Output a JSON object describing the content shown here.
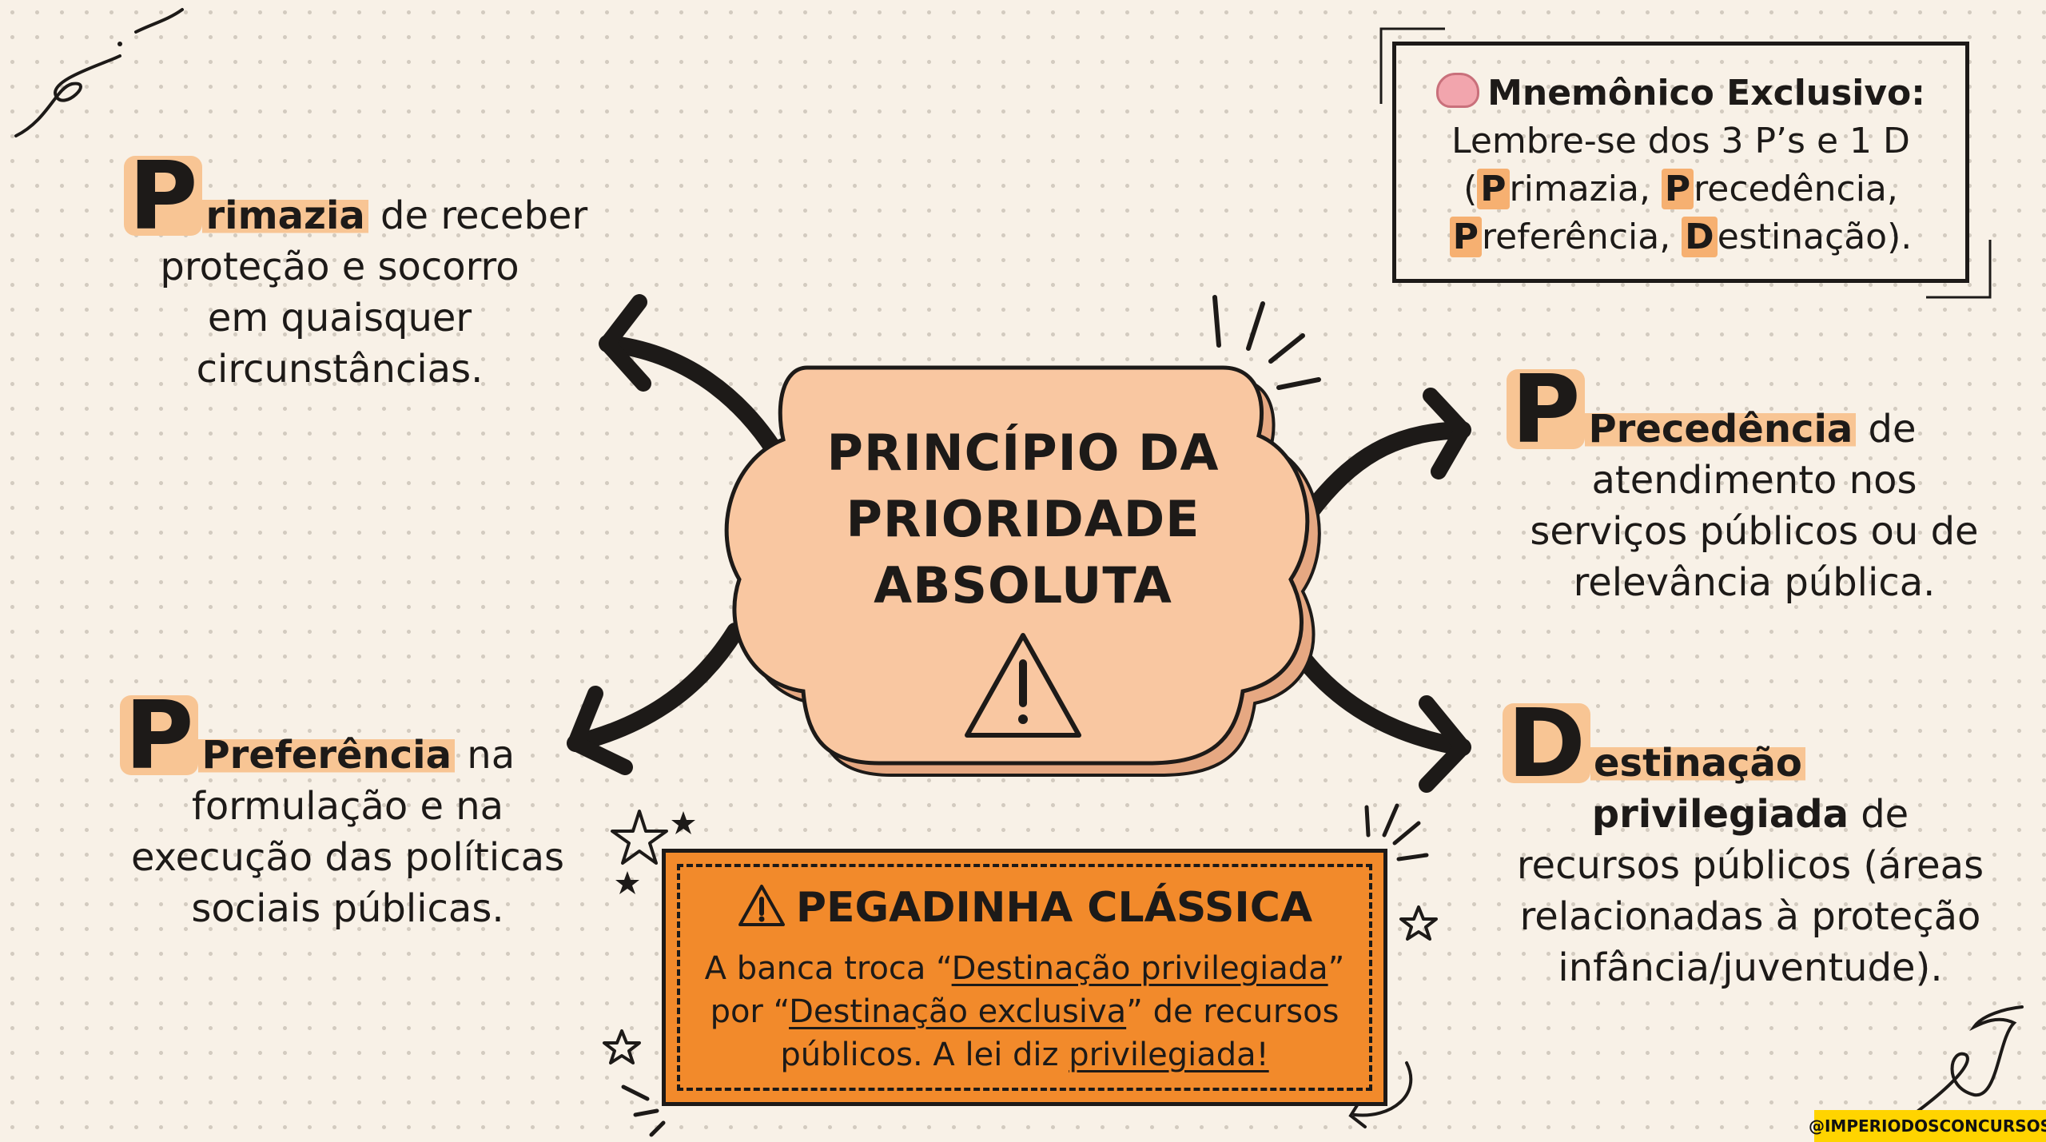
{
  "mnemonic": {
    "icon": "brain-icon",
    "title": "Mnemônico Exclusivo:",
    "line1": "Lembre-se dos 3 P’s e 1 D",
    "open_paren": "(",
    "l_p1": "P",
    "rest_p1": "rimazia, ",
    "l_p2": "P",
    "rest_p2": "recedência,",
    "l_p3": "P",
    "rest_p3": "referência, ",
    "l_d": "D",
    "rest_d": "estinação)."
  },
  "center": {
    "line1": "PRINCÍPIO DA",
    "line2": "PRIORIDADE",
    "line3": "ABSOLUTA",
    "icon": "warning-icon"
  },
  "primazia": {
    "letter": "P",
    "keyword": "rimazia",
    "tail": " de receber",
    "line2": "proteção e socorro",
    "line3": "em quaisquer",
    "line4": "circunstâncias."
  },
  "precedencia": {
    "letter": "P",
    "keyword": "Precedência",
    "tail": " de",
    "line2": "atendimento nos",
    "line3": "serviços públicos ou de",
    "line4": "relevância pública."
  },
  "preferencia": {
    "letter": "P",
    "keyword": "Preferência",
    "tail": " na",
    "line2": "formulação e na",
    "line3": "execução das políticas",
    "line4": "sociais públicas."
  },
  "destinacao": {
    "letter": "D",
    "keyword": "estinação",
    "line2_bold": "privilegiada",
    "line2_tail": " de",
    "line3": "recursos públicos (áreas",
    "line4": "relacionadas à proteção",
    "line5": "infância/juventude)."
  },
  "trap": {
    "icon": "warning-icon",
    "title": "PEGADINHA CLÁSSICA",
    "l1_a": "A banca troca “",
    "l1_u": "Destinação privilegiada",
    "l1_b": "”",
    "l2_a": "por “",
    "l2_u": "Destinação exclusiva",
    "l2_b": "” de recursos",
    "l3_a": "públicos. A lei diz ",
    "l3_u": "privilegiada!"
  },
  "watermark": "@IMPERIODOSCONCURSOS",
  "colors": {
    "background": "#f8f1e7",
    "highlight": "#f8c594",
    "center_fill": "#f9c7a1",
    "trap_fill": "#f28a2b",
    "ink": "#1d1a18",
    "watermark_bg": "#ffd400"
  }
}
